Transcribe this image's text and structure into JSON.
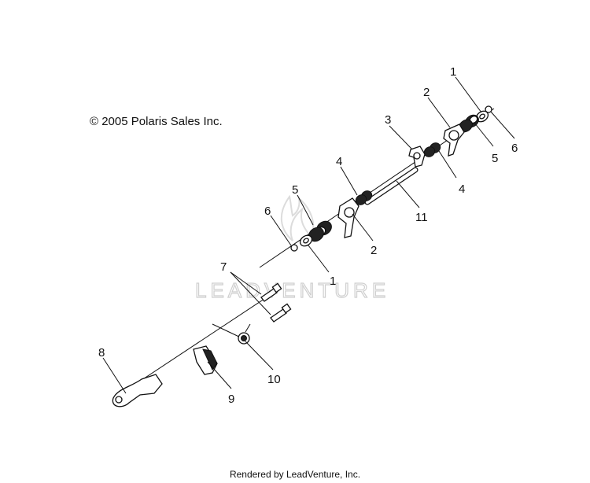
{
  "copyright": "© 2005 Polaris Sales Inc.",
  "watermark": "LEADVENTURE",
  "footer": "Rendered by LeadVenture, Inc.",
  "callouts": {
    "c1_top": "1",
    "c2_top": "2",
    "c3": "3",
    "c4_left": "4",
    "c4_right": "4",
    "c5_left": "5",
    "c5_right": "5",
    "c6_left": "6",
    "c6_right": "6",
    "c1_bottom": "1",
    "c2_bottom": "2",
    "c7": "7",
    "c8": "8",
    "c9": "9",
    "c10": "10",
    "c11": "11"
  }
}
